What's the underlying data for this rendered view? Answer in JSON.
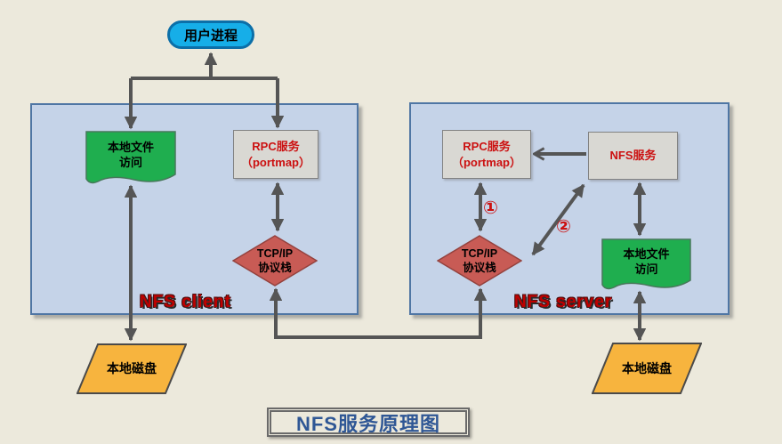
{
  "title": "NFS服务原理图",
  "user_process": {
    "label": "用户进程"
  },
  "client": {
    "label": "NFS client",
    "local_file_access": {
      "line1": "本地文件",
      "line2": "访问"
    },
    "rpc_service": {
      "line1": "RPC服务",
      "line2": "（portmap）"
    },
    "tcpip_stack": {
      "line1": "TCP/IP",
      "line2": "协议栈"
    },
    "local_disk": {
      "label": "本地磁盘"
    }
  },
  "server": {
    "label": "NFS server",
    "rpc_service": {
      "line1": "RPC服务",
      "line2": "（portmap）"
    },
    "nfs_service": {
      "label": "NFS服务"
    },
    "tcpip_stack": {
      "line1": "TCP/IP",
      "line2": "协议栈"
    },
    "local_file_access": {
      "line1": "本地文件",
      "line2": "访问"
    },
    "local_disk": {
      "label": "本地磁盘"
    },
    "annotations": {
      "step1": "①",
      "step2": "②"
    }
  },
  "colors": {
    "background": "#ECE9DC",
    "panel_fill": "#C5D3E8",
    "panel_border": "#4F76A4",
    "process_fill": "#16AEE8",
    "process_border": "#0C6FA8",
    "document_fill": "#1FAE4F",
    "service_fill": "#D9D8D3",
    "service_text": "#CC1111",
    "diamond_fill": "#C85B55",
    "disk_fill": "#F7B43E",
    "arrow": "#555555",
    "section_label": "#C00000",
    "title_text": "#2F5795"
  }
}
